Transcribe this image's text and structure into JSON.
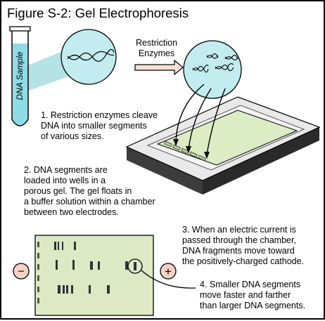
{
  "figure": {
    "title": "Figure S-2: Gel Electrophoresis",
    "sample_label": "DNA Sample",
    "enzyme_label": [
      "Restriction",
      "Enzymes"
    ],
    "steps": {
      "step1": [
        "1. Restriction enzymes cleave",
        "DNA into smaller segments",
        "of various sizes."
      ],
      "step2": [
        "2. DNA segments are",
        "loaded into wells in a",
        "porous gel.  The gel floats in",
        "a buffer solution within a chamber",
        "between two electrodes."
      ],
      "step3": [
        "3. When an electric current is",
        "passed through the chamber,",
        "DNA fragments move toward",
        "the positively-charged cathode."
      ],
      "step4": [
        "4. Smaller DNA segments",
        "move faster and farther",
        "than larger DNA segments."
      ]
    },
    "electrodes": {
      "negative": "−",
      "positive": "+"
    }
  },
  "colors": {
    "tube_liquid": "#8fdbe6",
    "beam": "#b5e2e4",
    "circle_fill": "#c2ecef",
    "gel": "#dcedc6",
    "gel_panel": "#dde9c4",
    "chamber_top": "#e9e9e9",
    "chamber_side": "#3c3c3c",
    "negative_electrode": "#f6d2c4",
    "positive_electrode": "#f6d2c4",
    "arrow_fill": "#fbe0d3"
  }
}
